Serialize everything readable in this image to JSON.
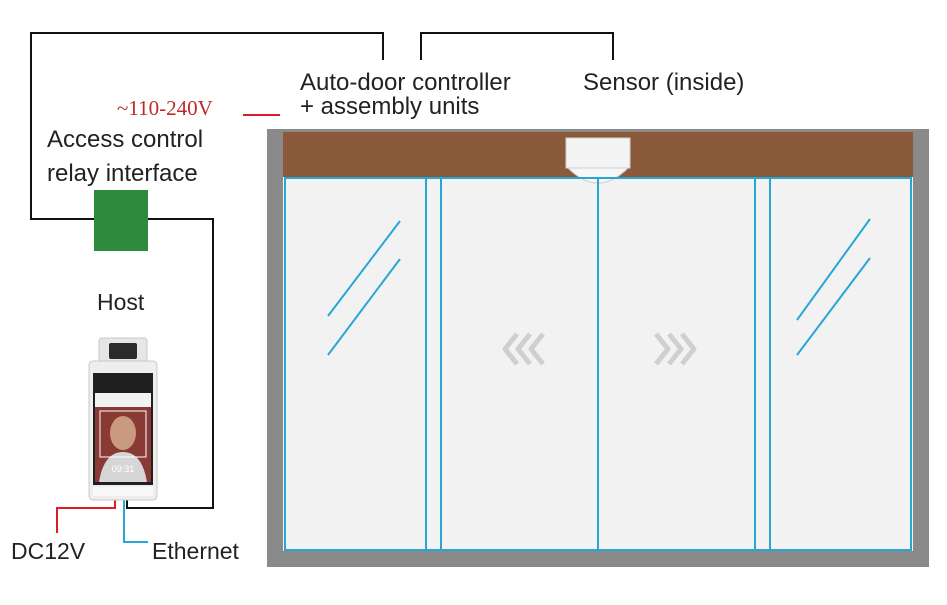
{
  "labels": {
    "auto_door_line1": "Auto-door controller",
    "auto_door_line2": "+ assembly units",
    "sensor": "Sensor (inside)",
    "voltage": "~110-240V",
    "access_line1": "Access control",
    "access_line2": "relay interface",
    "host": "Host",
    "dc": "DC12V",
    "ethernet": "Ethernet",
    "device_time": "09:31"
  },
  "colors": {
    "wire": "#111111",
    "power_wire": "#d81f26",
    "ethernet_wire": "#2aa6d6",
    "voltage_text": "#c0292b",
    "host_text": "#2aa6d6",
    "relay_box": "#2e8b3e",
    "door_header": "#8a5a3a",
    "door_frame": "#888888",
    "glass_line": "#2aa6d6",
    "arrow": "#cfcfcf"
  },
  "icons": {
    "left_arrow": "double-chevron-left-icon",
    "right_arrow": "double-chevron-right-icon"
  }
}
